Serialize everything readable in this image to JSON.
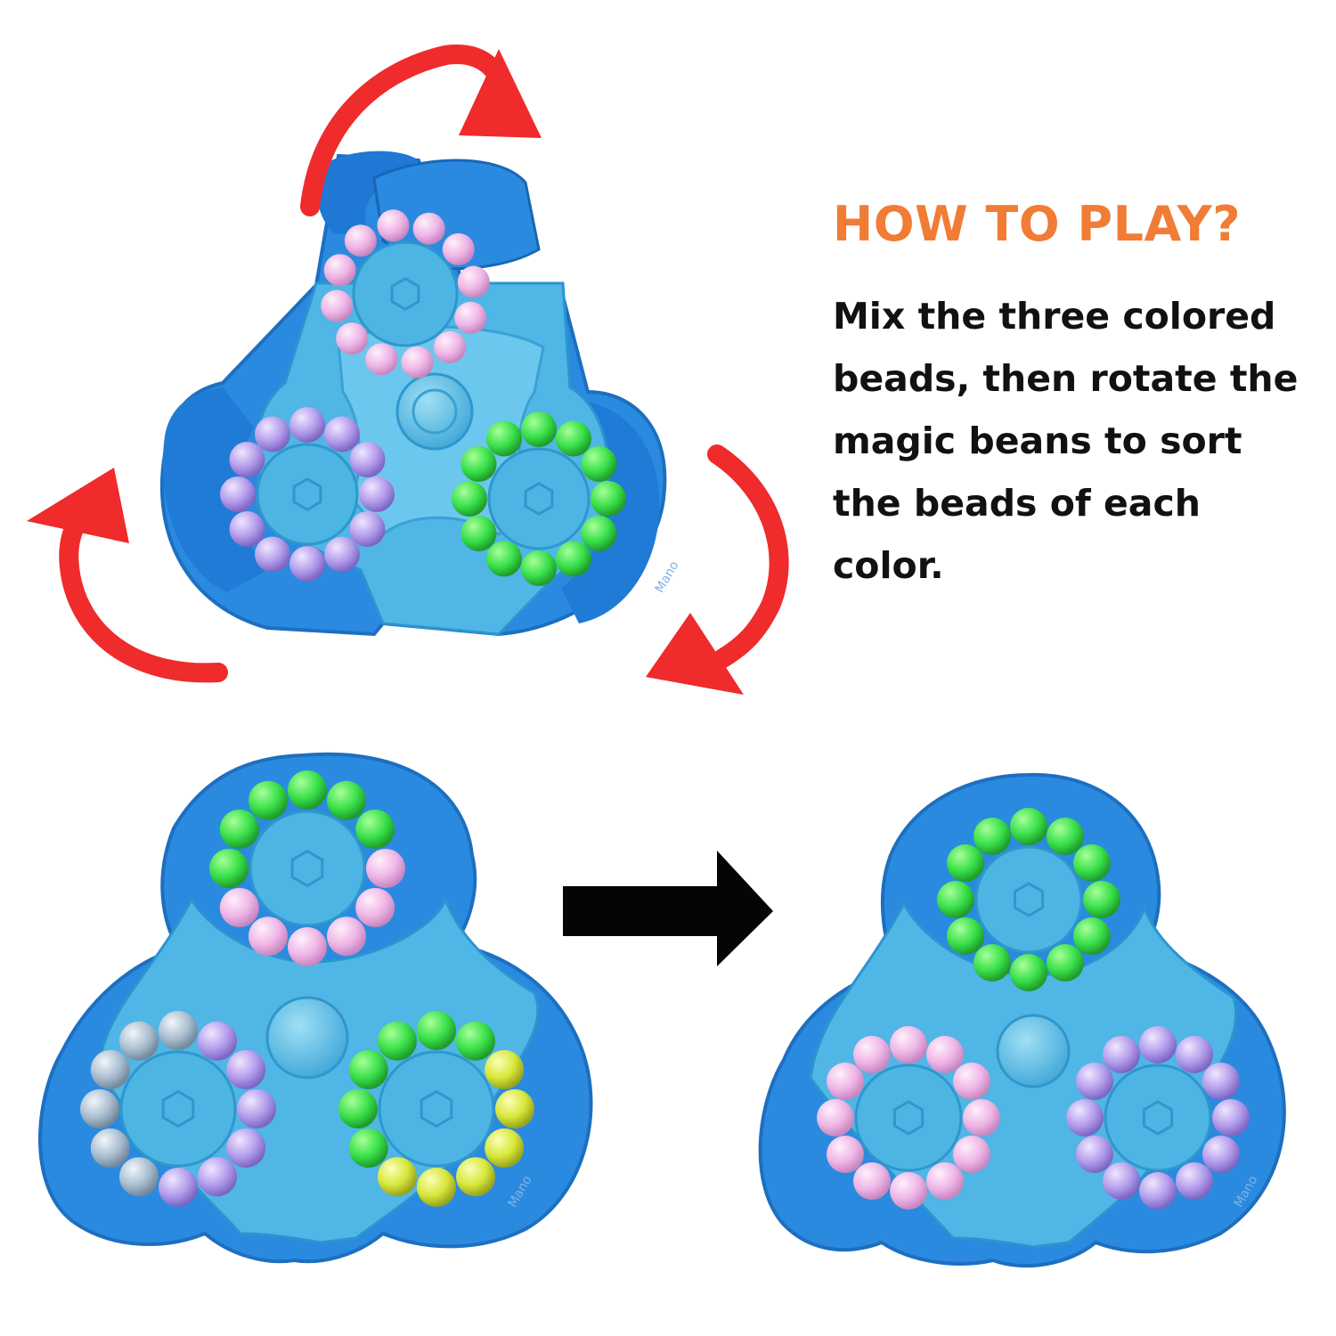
{
  "heading": "HOW TO PLAY?",
  "instructions": "Mix the three colored beads, then rotate the magic beans to sort the beads of each color.",
  "watermark": "Mano",
  "colors": {
    "heading": "#f07c35",
    "text": "#111111",
    "arrow_red": "#ef2b2b",
    "arrow_black": "#050505",
    "toy_blue": "#2a8ae0",
    "toy_light": "#4fb6e6",
    "bead_green": "#39e04a",
    "bead_pink": "#eeb6e6",
    "bead_lavender": "#b39ceb",
    "bead_grey": "#a9bed0",
    "bead_yellow": "#d7e63a"
  },
  "icons": [
    "rotate-arrow-icon",
    "right-arrow-icon"
  ],
  "toys": [
    {
      "name": "toy-opened",
      "state": "opened",
      "rings": [
        "pink",
        "lavender",
        "green"
      ]
    },
    {
      "name": "toy-mixed",
      "state": "mixed",
      "rings": [
        "green+pink",
        "lavender+grey",
        "green+yellow"
      ]
    },
    {
      "name": "toy-sorted",
      "state": "sorted",
      "rings": [
        "green",
        "pink",
        "lavender"
      ]
    }
  ]
}
